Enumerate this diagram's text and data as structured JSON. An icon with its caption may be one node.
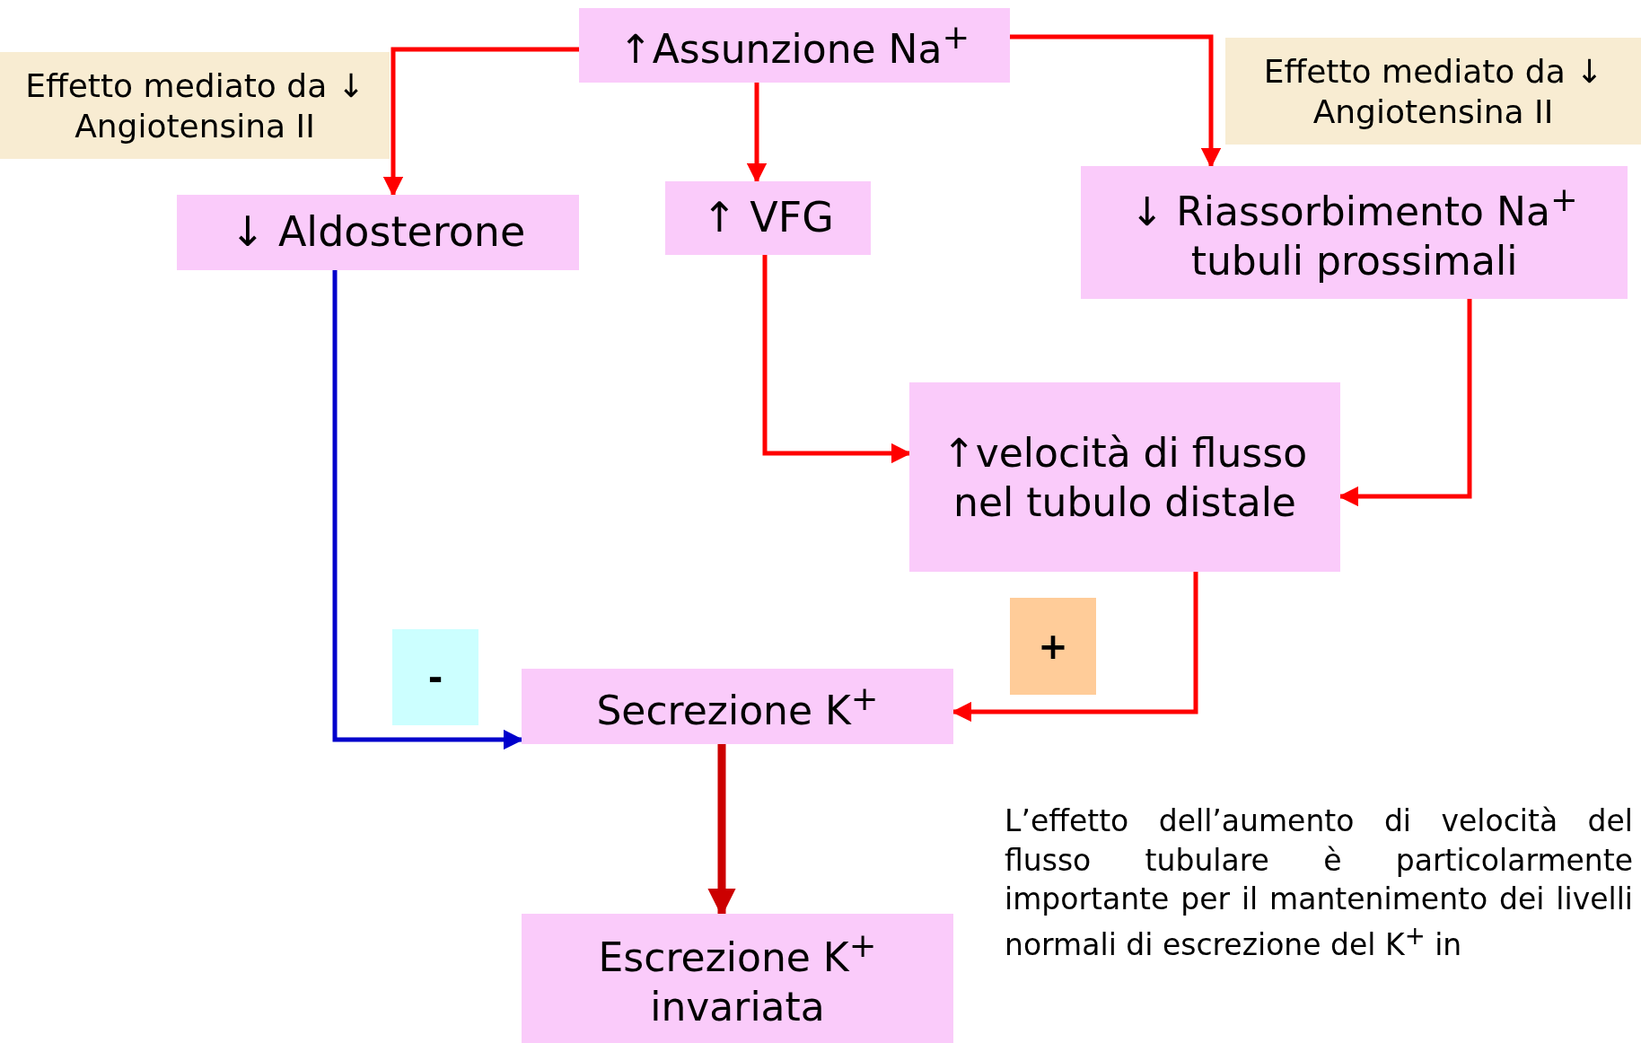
{
  "diagram": {
    "nodes": [
      {
        "text": [
          "↑Assunzione Na$^{+}$"
        ]
      },
      {
        "text": [
          "Effetto mediato da ↓ Angiotensina II"
        ]
      },
      {
        "text": [
          "↓ Aldosterone"
        ]
      },
      {
        "text": [
          "↑ VFG"
        ]
      },
      {
        "text": [
          "Effetto mediato da ↓ Angiotensina II"
        ]
      },
      {
        "text": [
          "↓ Riassorbimento Na$^{+}$ tubuli prossimali"
        ]
      },
      {
        "text": [
          "↑velocità di flusso nel tubulo distale"
        ]
      },
      {
        "text": [
          "-"
        ]
      },
      {
        "text": [
          "+"
        ]
      },
      {
        "text": [
          "Secrezione K$^{+}$"
        ]
      },
      {
        "text": [
          "Escrezione K$^{+}$ invariata"
        ]
      }
    ],
    "edges": [
      {
        "from": 0,
        "to": 2,
        "arrow": "to"
      },
      {
        "from": 0,
        "to": 3,
        "arrow": "to"
      },
      {
        "from": 0,
        "to": 5,
        "arrow": "to"
      },
      {
        "from": 3,
        "to": 6,
        "arrow": "to"
      },
      {
        "from": 5,
        "to": 6,
        "arrow": "to"
      },
      {
        "from": 6,
        "to": 9,
        "arrow": "to"
      },
      {
        "from": 2,
        "to": 9,
        "arrow": "to",
        "color": "#0000cc"
      },
      {
        "from": 9,
        "to": 10,
        "arrow": "to",
        "style": "thick",
        "color": "#cc0000"
      }
    ],
    "labels": [
      "L’effetto dell’aumento di velocità del flusso tubulare è particolarmente importante per il mantenimento dei livelli normali di escrezione del K$^{+}$ in"
    ]
  }
}
